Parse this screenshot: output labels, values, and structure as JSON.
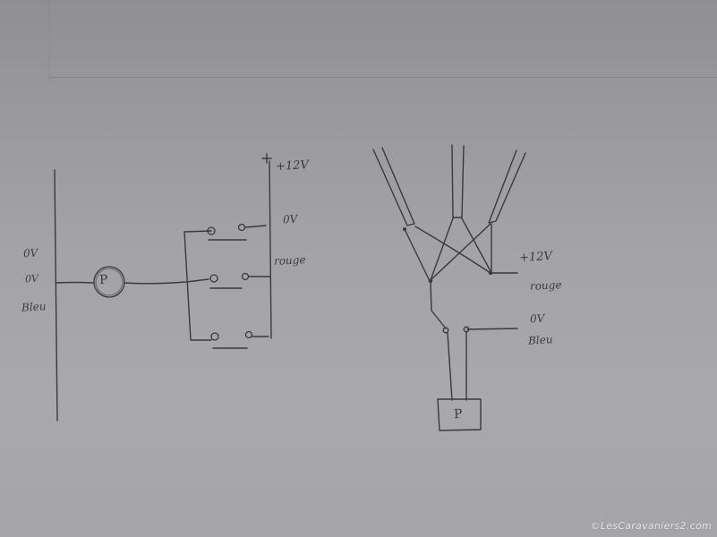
{
  "diagram": {
    "type": "hand-drawn wiring schematic",
    "left_circuit": {
      "labels": {
        "ground_top": "0V",
        "ground_mid": "0V",
        "ground_color": "Bleu",
        "supply": "+12V",
        "supply_zero": "0V",
        "supply_color": "rouge",
        "pump": "P"
      },
      "switch_count": 3
    },
    "right_circuit": {
      "labels": {
        "supply": "+12V",
        "supply_color": "rouge",
        "ground": "0V",
        "ground_color": "Bleu",
        "pump": "P"
      },
      "input_wire_pairs": 3
    }
  },
  "watermark": "©LesCaravaniers2.com"
}
